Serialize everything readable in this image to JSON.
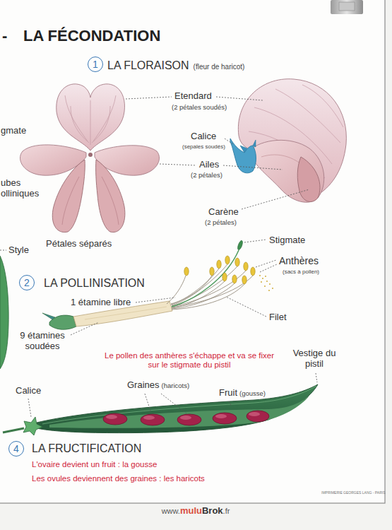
{
  "diagram": {
    "title": "LA FÉCONDATION",
    "nodes": [
      {
        "text": [
          "1"
        ]
      },
      {
        "text": [
          "2"
        ]
      },
      {
        "text": [
          "4"
        ]
      }
    ],
    "labels": [
      "-",
      "LA FLORAISON",
      "(fleur de haricot)",
      "Etendard",
      "(2 pétales soudés)",
      "Calice",
      "(sepales soudés)",
      "Ailes",
      "(2 pétales)",
      "Carène",
      "(2 pétales)",
      "Pétales séparés",
      "gmate",
      "ubes olliniques",
      "Style",
      "LA POLLINISATION",
      "Stigmate",
      "Anthères",
      "(sacs à pollen)",
      "1 étamine libre",
      "Filet",
      "9 étamines soudées",
      "Le pollen des anthères s'échappe et va se fixer sur le stigmate du pistil",
      "Vestige du pistil",
      "Calice",
      "Graines",
      "(haricots)",
      "Fruit",
      "(gousse)",
      "LA FRUCTIFICATION",
      "L'ovaire devient un fruit : la gousse",
      "Les ovules deviennent des graines : les haricots",
      "IMPRIMERIE GEORGES LANG - PARIS",
      "www.",
      "mulu",
      "Brok",
      ".fr"
    ]
  }
}
